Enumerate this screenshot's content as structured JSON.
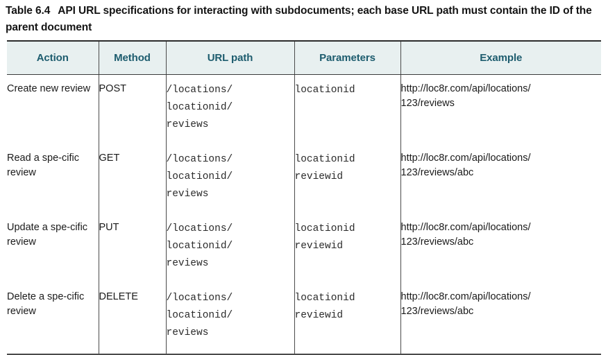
{
  "caption": {
    "number": "Table 6.4",
    "text": "API URL specifications for interacting with subdocuments; each base URL path must contain the ID of the parent document"
  },
  "colors": {
    "header_background": "#e8f0f0",
    "header_text": "#1d5c6e",
    "body_text": "#1a1a1a",
    "rule": "#3a3a3a",
    "page_background": "#ffffff"
  },
  "table": {
    "columns": [
      {
        "key": "action",
        "label": "Action"
      },
      {
        "key": "method",
        "label": "Method"
      },
      {
        "key": "url_path",
        "label": "URL path"
      },
      {
        "key": "parameters",
        "label": "Parameters"
      },
      {
        "key": "example",
        "label": "Example"
      }
    ],
    "rows": [
      {
        "action": "Create new review",
        "method": "POST",
        "url_path": "/locations/\nlocationid/\nreviews",
        "parameters": "locationid",
        "example": "http://loc8r.com/api/locations/\n123/reviews"
      },
      {
        "action": "Read a spe-cific review",
        "method": "GET",
        "url_path": "/locations/\nlocationid/\nreviews",
        "parameters": "locationid\nreviewid",
        "example": "http://loc8r.com/api/locations/\n123/reviews/abc"
      },
      {
        "action": "Update a spe-cific review",
        "method": "PUT",
        "url_path": "/locations/\nlocationid/\nreviews",
        "parameters": "locationid\nreviewid",
        "example": "http://loc8r.com/api/locations/\n123/reviews/abc"
      },
      {
        "action": "Delete a spe-cific review",
        "method": "DELETE",
        "url_path": "/locations/\nlocationid/\nreviews",
        "parameters": "locationid\nreviewid",
        "example": "http://loc8r.com/api/locations/\n123/reviews/abc"
      }
    ]
  }
}
